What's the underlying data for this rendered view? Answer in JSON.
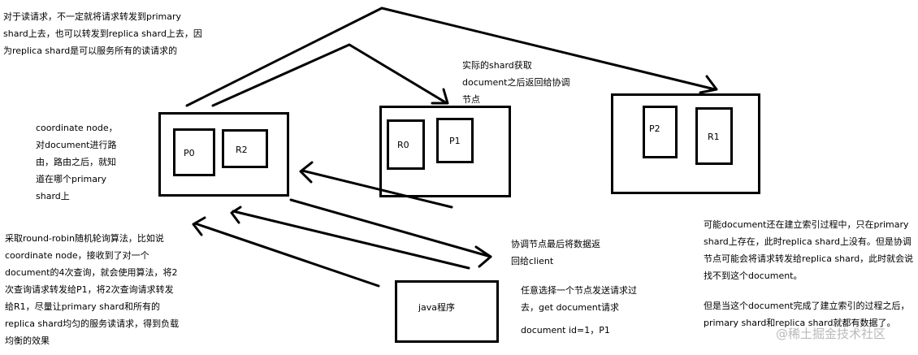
{
  "annotations": {
    "read_request_note": [
      "对于读请求，不一定就将请求转发到primary",
      "shard上去，也可以转发到replica shard上去，因",
      "为replica shard是可以服务所有的读请求的"
    ],
    "coordinate_note": [
      "coordinate node，",
      "对document进行路",
      "由，路由之后，就知",
      "道在哪个primary",
      "shard上"
    ],
    "shard_fetch_note": [
      "实际的shard获取",
      "document之后返回给协调",
      "节点"
    ],
    "round_robin_note": [
      "采取round-robin随机轮询算法，比如说",
      "coordinate node，接收到了对一个",
      "document的4次查询，就会使用算法，将2",
      "次查询请求转发给P1，将2次查询请求转发",
      "给R1，尽量让primary shard和所有的",
      "replica shard均匀的服务读请求，得到负载",
      "均衡的效果"
    ],
    "return_client_note": [
      "协调节点最后将数据返",
      "回给client"
    ],
    "send_request_note": [
      "任意选择一个节点发送请求过",
      "去，get document请求"
    ],
    "doc_id_note": "document id=1，P1",
    "indexing_note": [
      "可能document还在建立索引过程中，只在primary",
      "shard上存在，此时replica shard上没有。但是协调",
      "节点可能会将请求转发给replica shard，此时就会说",
      "找不到这个document。"
    ],
    "indexing_done_note": [
      "但是当这个document完成了建立索引的过程之后，",
      "primary shard和replica shard就都有数据了。"
    ]
  },
  "nodes": {
    "node1": {
      "shards": [
        "P0",
        "R2"
      ]
    },
    "node2": {
      "shards": [
        "R0",
        "P1"
      ]
    },
    "node3": {
      "shards": [
        "P2",
        "R1"
      ]
    }
  },
  "client": {
    "label": "java程序"
  },
  "watermark": "@稀土掘金技术社区"
}
